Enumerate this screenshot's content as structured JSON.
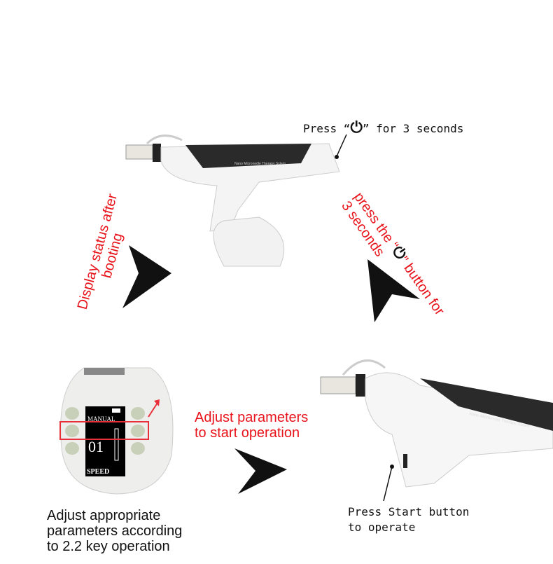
{
  "top_callout": {
    "prefix": "Press “",
    "icon": "power-icon",
    "symbol": "⏻",
    "suffix": "” for 3 seconds"
  },
  "left_label": {
    "line1": "Display status after",
    "line2": "booting"
  },
  "right_label": {
    "line1": "press the “",
    "symbol": "⏻",
    "line1_end": "” button for",
    "line2": "3 seconds"
  },
  "middle_label": {
    "line1": "Adjust parameters",
    "line2": "to start operation"
  },
  "bottom_left": {
    "line1": "Adjust appropriate",
    "line2": "parameters according",
    "line3": "to 2.2 key operation"
  },
  "bottom_right": {
    "line1": "Press Start button",
    "line2": "to operate"
  },
  "device": {
    "brand_text": "Nano Micronedle Therapy Sstem",
    "screen_mode": "MANUAL",
    "screen_value": "01",
    "screen_label": "SPEED"
  },
  "colors": {
    "accent_red": "#e8141b",
    "highlight_box": "#e8303a"
  }
}
